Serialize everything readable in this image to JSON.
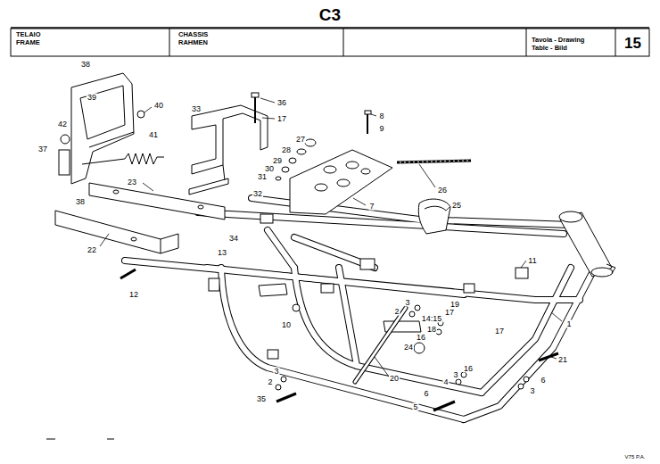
{
  "diagram": {
    "title": "C3",
    "nodes": [
      {
        "text": [
          "TELAIO",
          "FRAME"
        ]
      },
      {
        "text": [
          "CHASSIS",
          "RAHMEN"
        ]
      },
      {
        "text": [
          "Tavola - Drawing",
          "Table - Bild"
        ]
      },
      {
        "text": [
          "15"
        ]
      }
    ],
    "labels": [
      "39",
      "40",
      "42",
      "38",
      "37",
      "41",
      "38",
      "33",
      "36",
      "17",
      "8",
      "9",
      "27",
      "28",
      "29",
      "30",
      "31",
      "32",
      "7",
      "26",
      "25",
      "23",
      "22",
      "34",
      "13",
      "12",
      "11",
      "1",
      "10",
      "3",
      "2",
      "19",
      "17",
      "14:15",
      "18",
      "16",
      "17",
      "24",
      "21",
      "16",
      "3",
      "4",
      "6",
      "3",
      "6",
      "5",
      "20",
      "3",
      "2",
      "35",
      "V75 P.A."
    ]
  }
}
